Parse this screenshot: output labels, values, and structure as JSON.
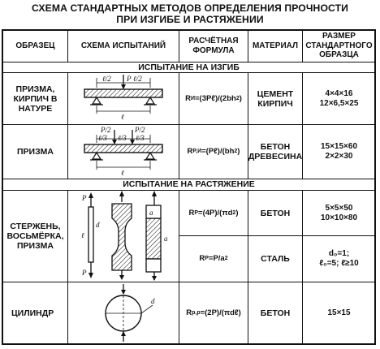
{
  "title": {
    "line1": "СХЕМА СТАНДАРТНЫХ МЕТОДОВ ОПРЕДЕЛЕНИЯ ПРОЧНОСТИ",
    "line2": "ПРИ ИЗГИБЕ И РАСТЯЖЕНИИ"
  },
  "headers": {
    "sample": "ОБРАЗЕЦ",
    "scheme": "СХЕМА ИСПЫТАНИЙ",
    "formula": "РАСЧЁТНАЯ ФОРМУЛА",
    "material": "МАТЕРИАЛ",
    "size": "РАЗМЕР СТАНДАРТНОГО ОБРАЗЦА"
  },
  "sections": {
    "bending": "ИСПЫТАНИЕ НА ИЗГИБ",
    "tension": "ИСПЫТАНИЕ НА РАСТЯЖЕНИЕ"
  },
  "rows": [
    {
      "sample": "ПРИЗМА, КИРПИЧ В НАТУРЕ",
      "formula_lhs": "R",
      "formula_sub": "И",
      "formula_rhs": "=(3Pℓ)/(2bh",
      "formula_sup": "2",
      "formula_end": ")",
      "material": "ЦЕМЕНТ КИРПИЧ",
      "size_1": "4×4×16",
      "size_2": "12×6,5×25",
      "scheme_labels": {
        "load": "P",
        "half_left": "ℓ/2",
        "half_right": "ℓ/2",
        "span": "ℓ"
      }
    },
    {
      "sample": "ПРИЗМА",
      "formula_lhs": "R",
      "formula_sub": "Р,И",
      "formula_rhs": "=(Pℓ)/(bh",
      "formula_sup": "2",
      "formula_end": ")",
      "material": "БЕТОН ДРЕВЕСИНА",
      "size_1": "15×15×60",
      "size_2": "2×2×30",
      "scheme_labels": {
        "load_left": "P/2",
        "load_right": "P/2",
        "third_1": "ℓ/3",
        "third_2": "ℓ/3",
        "third_3": "ℓ/3",
        "span": "ℓ"
      }
    },
    {
      "sample": "СТЕРЖЕНЬ, ВОСЬМЁРКА, ПРИЗМА",
      "formula_lhs": "R",
      "formula_sub": "Р",
      "formula_rhs": "=(4P)/(πd",
      "formula_sup": "2",
      "formula_end": ")",
      "material": "БЕТОН",
      "size_1": "5×5×50",
      "size_2": "10×10×80",
      "scheme_labels": {
        "p_top": "P",
        "p_bottom": "P",
        "length": "ℓ",
        "diam": "d",
        "a": "a",
        "a2": "a"
      }
    },
    {
      "formula_lhs": "R",
      "formula_sub": "Р",
      "formula_rhs": "=P/a",
      "formula_sup": "2",
      "formula_end": "",
      "material": "СТАЛЬ",
      "size_1": "d₀=1;",
      "size_2": "ℓ₀=5; ℓ≥10"
    },
    {
      "sample": "ЦИЛИНДР",
      "formula_lhs": "R",
      "formula_sub": "р,р",
      "formula_rhs": "=(2P)/(πdℓ)",
      "formula_sup": "",
      "formula_end": "",
      "material": "БЕТОН",
      "size_1": "15×15",
      "scheme_labels": {
        "diam": "d"
      }
    }
  ]
}
